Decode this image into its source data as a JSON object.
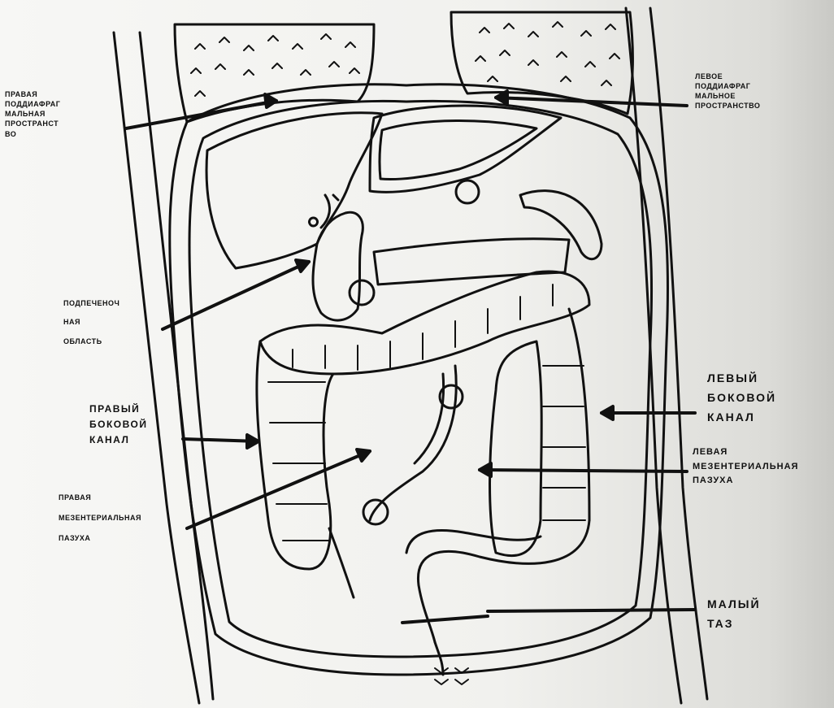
{
  "labels": {
    "right_subphrenic": [
      "ПРАВАЯ",
      "ПОДДИАФРАГ",
      "МАЛЬНАЯ",
      "ПРОСТРАНСТ",
      "ВО"
    ],
    "left_subphrenic": [
      "ЛЕВОЕ",
      "ПОДДИАФРАГ",
      "МАЛЬНОЕ",
      "ПРОСТРАНСТВО"
    ],
    "subhepatic": [
      "ПОДПЕЧЕНОЧ",
      "НАЯ",
      "ОБЛАСТЬ"
    ],
    "right_lateral_canal": [
      "ПРАВЫЙ",
      "БОКОВОЙ",
      "КАНАЛ"
    ],
    "left_lateral_canal": [
      "ЛЕВЫЙ",
      "БОКОВОЙ",
      "КАНАЛ"
    ],
    "left_mesenteric_sinus": [
      "ЛЕВАЯ",
      "МЕЗЕНТЕРИАЛЬНАЯ",
      "ПАЗУХА"
    ],
    "right_mesenteric_sinus": [
      "ПРАВАЯ",
      "МЕЗЕНТЕРИАЛЬНАЯ",
      "ПАЗУХА"
    ],
    "small_pelvis": [
      "МАЛЫЙ",
      "ТАЗ"
    ]
  },
  "colors": {
    "ink": "#111111",
    "paper": "#f4f4f2"
  }
}
